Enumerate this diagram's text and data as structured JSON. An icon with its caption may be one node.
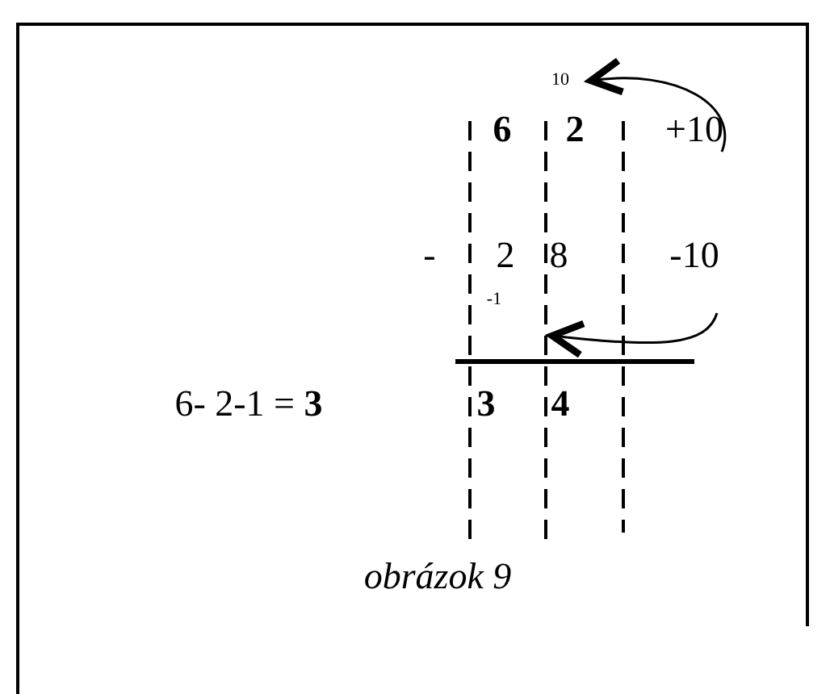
{
  "diagram": {
    "caption": "obrázok 9",
    "nodes": [
      {
        "text": [
          "10"
        ]
      },
      {
        "text": [
          "+10"
        ]
      },
      {
        "text": [
          "-10"
        ]
      }
    ],
    "edges": [
      {
        "from": 1,
        "to": 0,
        "arrow": "to"
      },
      {
        "from": 2,
        "to": null,
        "arrow": "to"
      }
    ],
    "labels": [
      "6",
      "2",
      "-",
      "2",
      "8",
      "-1",
      "6- 2-1 = **3**",
      "3",
      "4"
    ]
  }
}
